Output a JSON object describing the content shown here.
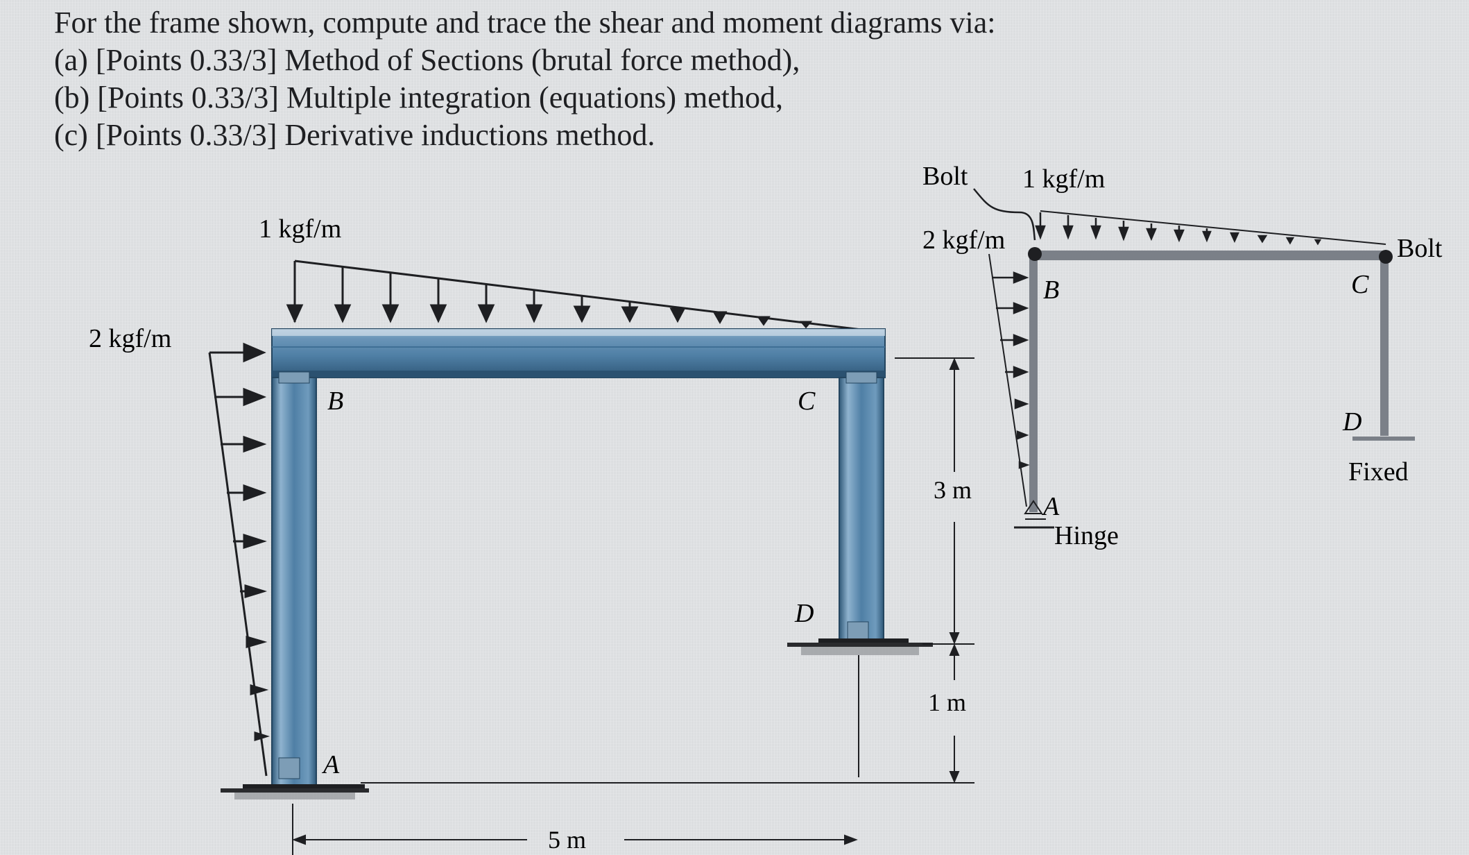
{
  "problem": {
    "prompt": "For the frame shown, compute and trace the shear and moment diagrams via:",
    "items": [
      "(a) [Points 0.33/3] Method of Sections (brutal force method),",
      "(b) [Points 0.33/3] Multiple integration (equations) method,",
      "(c) [Points 0.33/3] Derivative inductions method."
    ]
  },
  "frame3d": {
    "top_load": "1 kgf/m",
    "side_load": "2 kgf/m",
    "point_b": "B",
    "point_c": "C",
    "point_d": "D",
    "point_a": "A",
    "dim_3m": "3 m",
    "dim_1m": "1 m",
    "dim_5m": "5 m"
  },
  "schematic": {
    "bolt_label_left": "Bolt",
    "top_load": "1 kgf/m",
    "side_load": "2 kgf/m",
    "point_b": "B",
    "point_c": "C",
    "point_d": "D",
    "point_a": "A",
    "bolt_label_right": "Bolt",
    "hinge_label": "Hinge",
    "fixed_label": "Fixed"
  },
  "colors": {
    "steel": "#4f7fa5",
    "steel_dark": "#2f5878",
    "steel_light": "#8fb3cf",
    "ink": "#1e1f22",
    "schematic_member": "#7b8088"
  }
}
